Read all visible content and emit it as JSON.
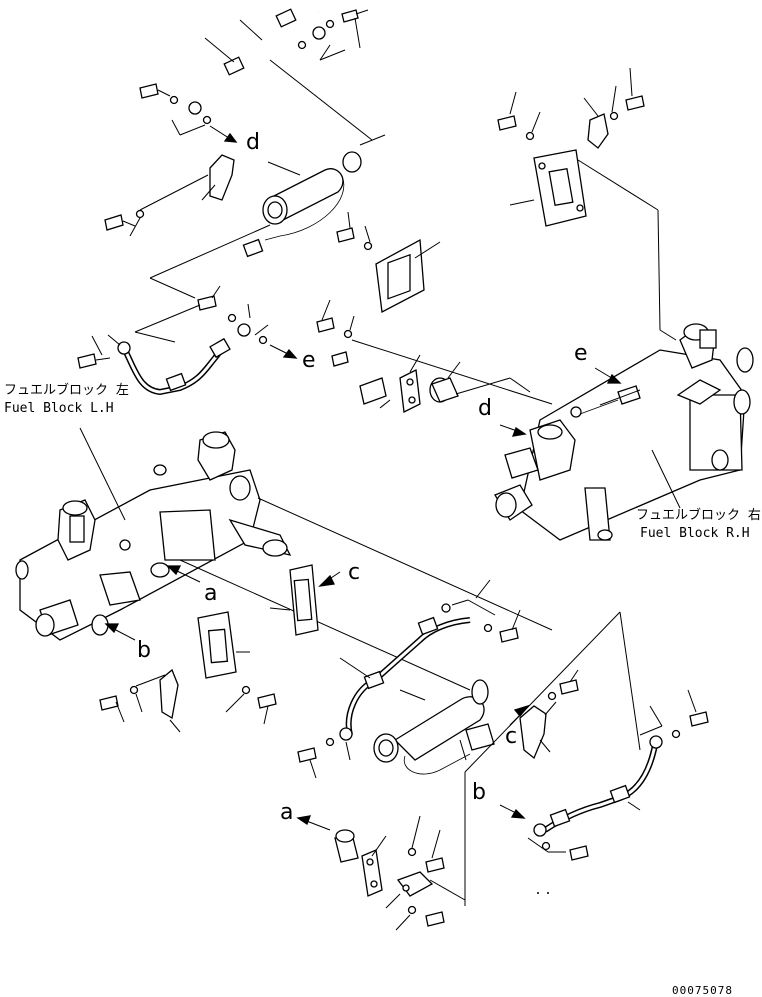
{
  "labels": {
    "fuel_block_lh_jp": "フュエルブロック 左",
    "fuel_block_lh_en": "Fuel Block L.H",
    "fuel_block_rh_jp": "フュエルブロック 右",
    "fuel_block_rh_en": "Fuel Block R.H"
  },
  "callouts": {
    "a_upper": "a",
    "a_lower": "a",
    "b_upper": "b",
    "b_lower": "b",
    "c_upper": "c",
    "c_lower": "c",
    "d_upper": "d",
    "d_lower": "d",
    "e_upper": "e",
    "e_lower": "e"
  },
  "document_number": "00075078"
}
